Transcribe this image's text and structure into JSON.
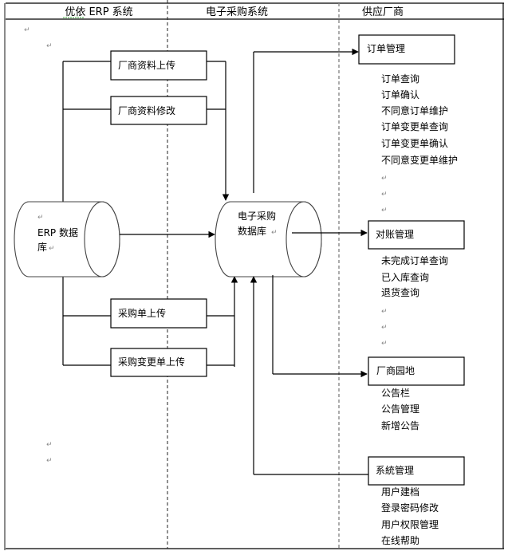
{
  "lanes": [
    {
      "title": "优依 ERP 系统"
    },
    {
      "title": "电子采购系统"
    },
    {
      "title": "供应厂商"
    }
  ],
  "return_mark": "↵",
  "erp_db": {
    "line1": "ERP 数据",
    "line2": "库"
  },
  "ep_db": {
    "line1": "电子采购",
    "line2": "数据库"
  },
  "process_boxes": [
    {
      "label": "厂商资料上传"
    },
    {
      "label": "厂商资料修改"
    },
    {
      "label": "采购单上传"
    },
    {
      "label": "采购变更单上传"
    }
  ],
  "modules": [
    {
      "title": "订单管理",
      "items": [
        "订单查询",
        "订单确认",
        "不同意订单维护",
        "订单变更单查询",
        "订单变更单确认",
        "不同意变更单维护"
      ]
    },
    {
      "title": "对账管理",
      "items": [
        "未完成订单查询",
        "已入库查询",
        "退货查询"
      ]
    },
    {
      "title": "厂商园地",
      "items": [
        "公告栏",
        "公告管理",
        "新增公告"
      ]
    },
    {
      "title": "系統管理",
      "items": [
        "用户建档",
        "登录密码修改",
        "用户权限管理",
        "在线帮助"
      ]
    }
  ]
}
